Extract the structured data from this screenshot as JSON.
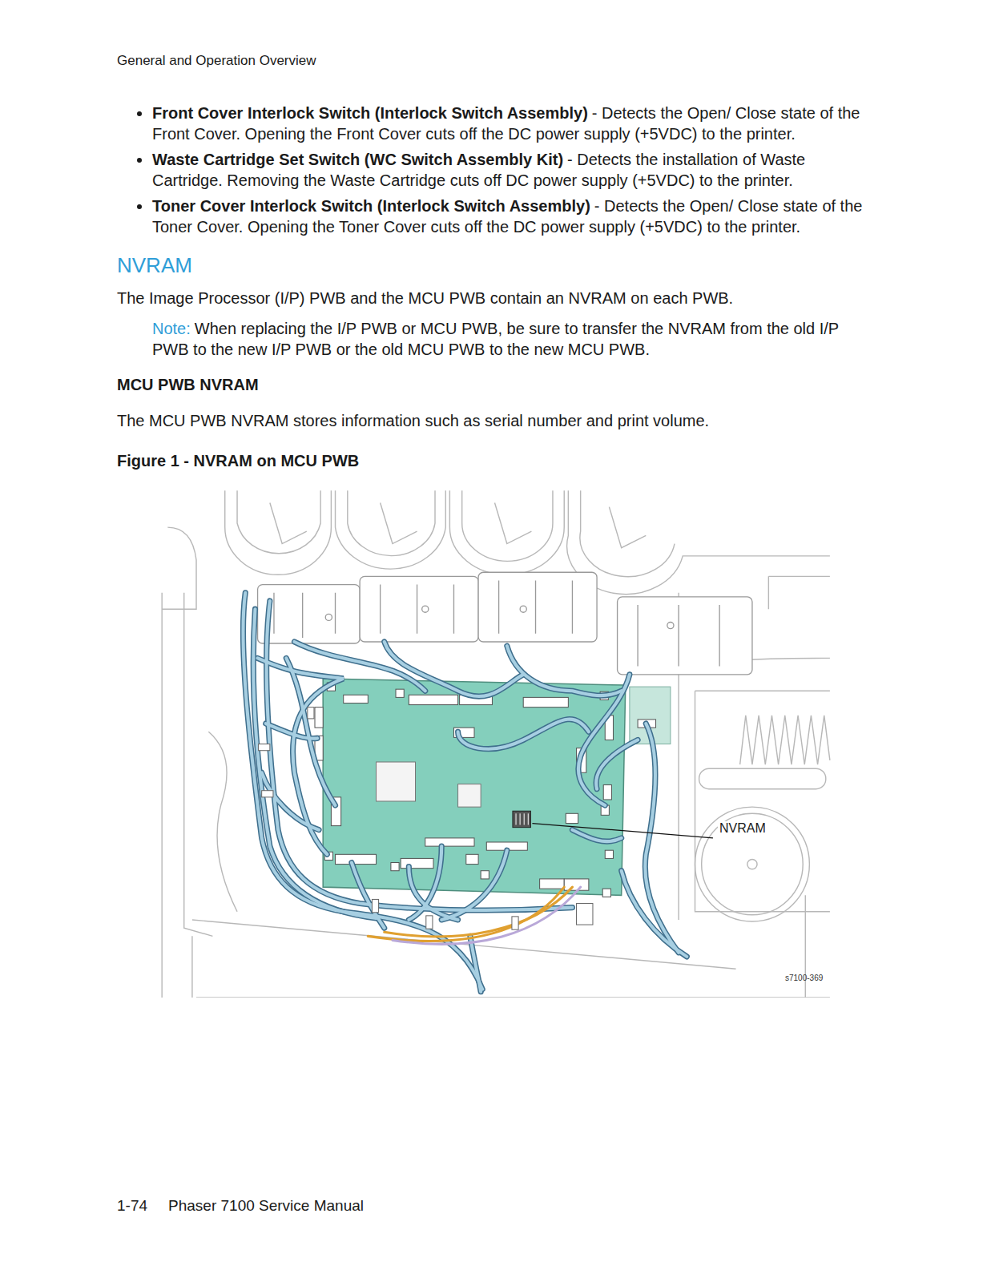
{
  "diagram": {
    "title": "NVRAM",
    "caption": "Figure 1 - NVRAM on MCU PWB",
    "labels": [
      "General and Operation Overview",
      "Front Cover Interlock Switch (Interlock Switch Assembly)",
      "- Detects the Open/ Close state of the Front Cover. Opening the Front Cover cuts off the DC power supply (+5VDC) to the printer.",
      "Waste Cartridge Set Switch (WC Switch Assembly Kit)",
      "- Detects the installation of Waste Cartridge. Removing the Waste Cartridge cuts off DC power supply (+5VDC) to the printer.",
      "Toner Cover Interlock Switch (Interlock Switch Assembly)",
      "- Detects the Open/ Close state of the Toner Cover. Opening the Toner Cover cuts off the DC power supply (+5VDC) to the printer.",
      "The Image Processor (I/P) PWB and the MCU PWB contain an NVRAM on each PWB.",
      "Note:",
      "When replacing the I/P PWB or MCU PWB, be sure to transfer the NVRAM from the old I/P PWB to the new I/P PWB or the old MCU PWB to the new MCU PWB.",
      "MCU PWB NVRAM",
      "The MCU PWB NVRAM stores information such as serial number and print volume.",
      "NVRAM",
      "s7100-369",
      "1-74",
      "Phaser 7100 Service Manual"
    ]
  }
}
